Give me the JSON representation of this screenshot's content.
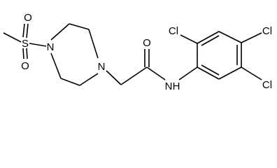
{
  "molecule": {
    "atoms": {
      "s": "S",
      "o1": "O",
      "o2": "O",
      "n1": "N",
      "n2": "N",
      "o3": "O",
      "nh": "N",
      "h": "H",
      "cl1": "Cl",
      "cl2": "Cl",
      "cl3": "Cl"
    }
  }
}
